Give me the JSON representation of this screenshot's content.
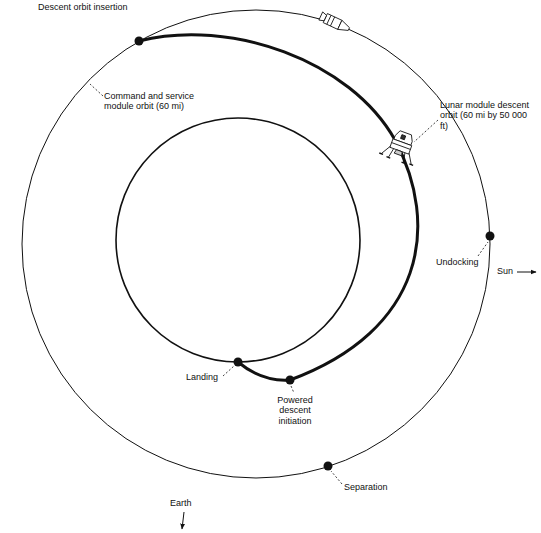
{
  "diagram": {
    "labels": [
      "Descent orbit insertion",
      "Command and service module orbit (60 mi)",
      "Lunar module descent orbit (60 mi by 50 000 ft)",
      "Undocking",
      "Sun",
      "Landing",
      "Powered descent initiation",
      "Separation",
      "Earth"
    ]
  }
}
